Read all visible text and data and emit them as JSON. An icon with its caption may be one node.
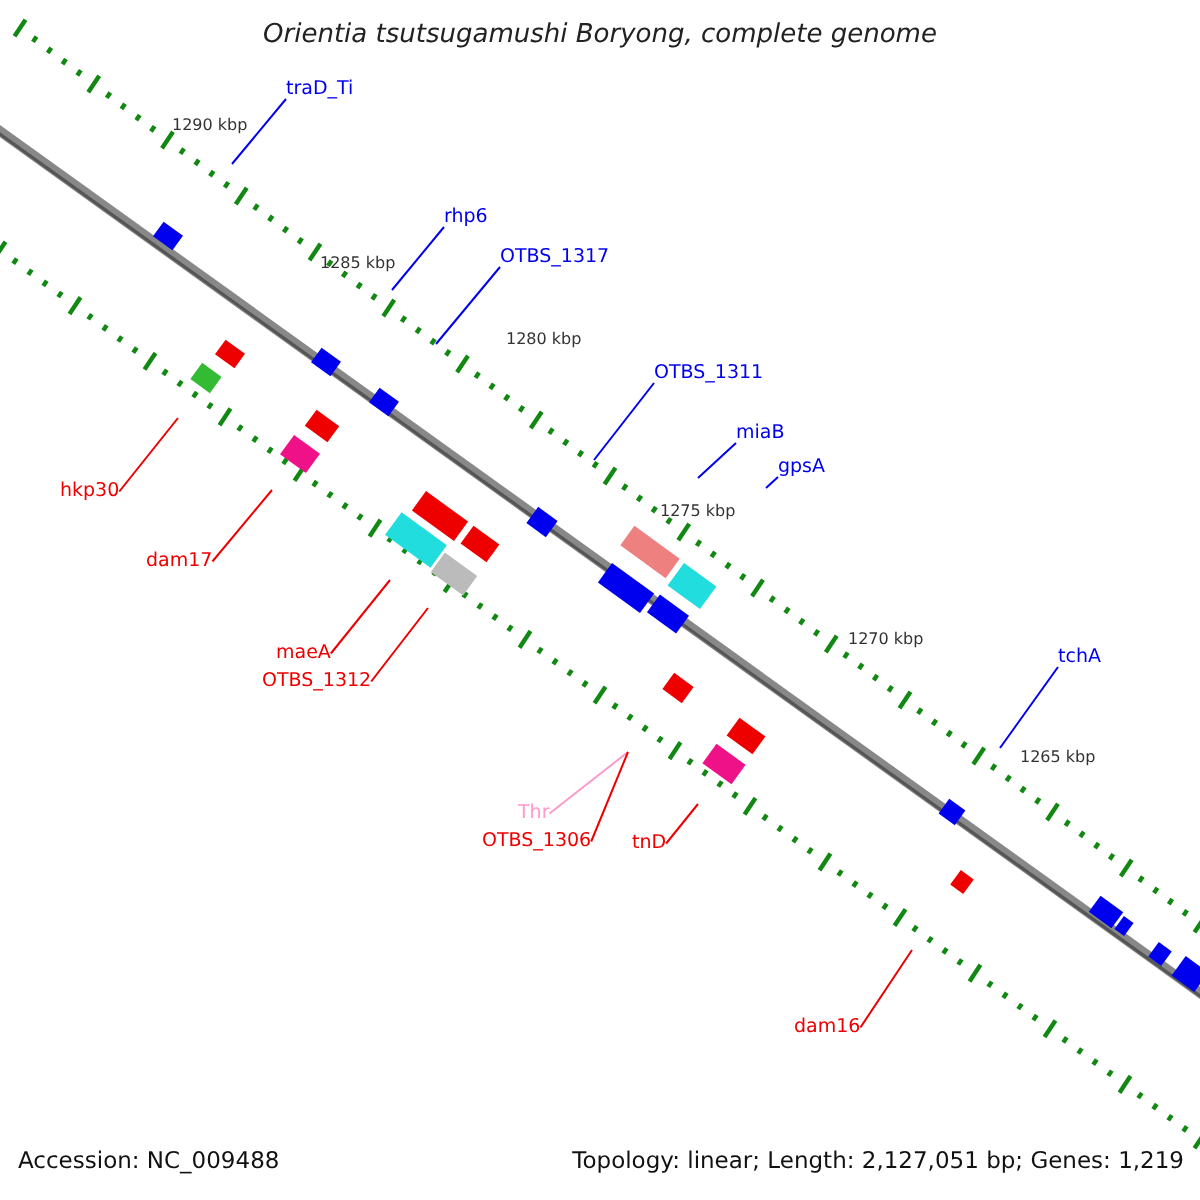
{
  "diagram": {
    "title": "Orientia tsutsugamushi Boryong, complete genome",
    "nodes": [
      {
        "text": [
          "traD_Ti"
        ]
      },
      {
        "text": [
          "rhp6"
        ]
      },
      {
        "text": [
          "OTBS_1317"
        ]
      },
      {
        "text": [
          "OTBS_1311"
        ]
      },
      {
        "text": [
          "miaB"
        ]
      },
      {
        "text": [
          "gpsA"
        ]
      },
      {
        "text": [
          "hkp30"
        ]
      },
      {
        "text": [
          "dam17"
        ]
      },
      {
        "text": [
          "maeA"
        ]
      },
      {
        "text": [
          "tchA"
        ]
      },
      {
        "text": [
          "OTBS_1312"
        ]
      },
      {
        "text": [
          "Thr"
        ]
      },
      {
        "text": [
          "OTBS_1306"
        ]
      },
      {
        "text": [
          "tnD"
        ]
      },
      {
        "text": [
          "dam16"
        ]
      }
    ],
    "edges": [
      {
        "from": 0,
        "to": null,
        "arrow": "none"
      },
      {
        "from": 1,
        "to": null,
        "arrow": "none"
      },
      {
        "from": 2,
        "to": null,
        "arrow": "none"
      },
      {
        "from": 3,
        "to": null,
        "arrow": "none"
      },
      {
        "from": 4,
        "to": null,
        "arrow": "none"
      },
      {
        "from": 5,
        "to": null,
        "arrow": "none"
      },
      {
        "from": 6,
        "to": null,
        "arrow": "none",
        "color": "#ee0000"
      },
      {
        "from": 7,
        "to": null,
        "arrow": "none",
        "color": "#ee0000"
      },
      {
        "from": 8,
        "to": null,
        "arrow": "none",
        "color": "#ee0000"
      },
      {
        "from": 9,
        "to": null,
        "arrow": "none"
      },
      {
        "from": 10,
        "to": null,
        "arrow": "none",
        "color": "#ee0000"
      },
      {
        "from": 11,
        "to": null,
        "arrow": "none",
        "color": "#ff99cc"
      },
      {
        "from": 12,
        "to": null,
        "arrow": "none",
        "color": "#ee0000"
      },
      {
        "from": 13,
        "to": null,
        "arrow": "none",
        "color": "#ee0000"
      },
      {
        "from": 14,
        "to": null,
        "arrow": "none",
        "color": "#ee0000"
      }
    ],
    "labels": [
      "1290 kbp",
      "1285 kbp",
      "1280 kbp",
      "1275 kbp",
      "1270 kbp",
      "1265 kbp",
      "Accession: NC_009488",
      "Topology: linear; Length: 2,127,051 bp; Genes: 1,219"
    ]
  }
}
